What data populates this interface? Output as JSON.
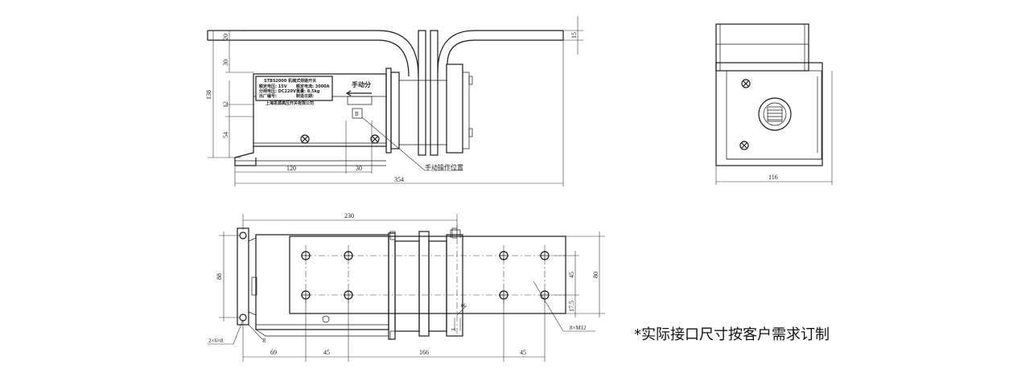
{
  "note": "*实际接口尺寸按客户需求订制",
  "nameplate": {
    "title": "STBS2000 机械式旁路开关",
    "line1_left": "额定电压: 15V",
    "line1_right": "额定电流: 3000A",
    "line2_left": "分闸电压: DC220V",
    "line2_right": "重量: 8.5kg",
    "line3_left": "出厂编号:",
    "line3_right": "制造日期:",
    "maker": "上海思源高压开关有限公司"
  },
  "labels": {
    "manual_switch": "手动分",
    "manual_handle_position": "手动操作位置",
    "hole_spec": "2×6×8",
    "bolt_spec": "8×M12",
    "radius_a": "R",
    "radius_b": "R"
  },
  "dimensions": {
    "front": {
      "v_20": "20",
      "v_30": "30",
      "v_138": "138",
      "v_12": "12",
      "v_54": "54",
      "v_15": "15",
      "h_120": "120",
      "h_30": "30",
      "h_354": "354"
    },
    "side": {
      "h_116": "116"
    },
    "top": {
      "h_230": "230",
      "v_88": "88",
      "v_45": "45",
      "v_80": "80",
      "v_17_5": "17.5",
      "h_69": "69",
      "h_45a": "45",
      "h_166": "166",
      "h_45b": "45",
      "small_3": "3"
    }
  }
}
